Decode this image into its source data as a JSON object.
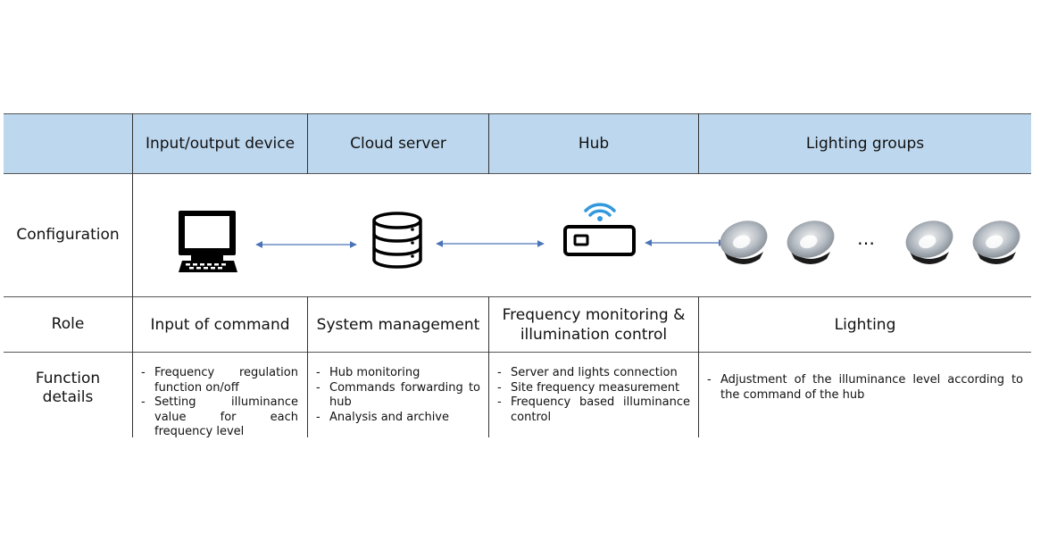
{
  "table": {
    "columns": [
      "Input/output device",
      "Cloud server",
      "Hub",
      "Lighting groups"
    ],
    "rows": {
      "configuration": "Configuration",
      "role": "Role",
      "function": "Function details"
    },
    "roles": [
      "Input of command",
      "System management",
      "Frequency monitoring & illumination control",
      "Lighting"
    ],
    "functions": [
      [
        "Frequency regulation function on/off",
        "Setting illuminance value for each frequency level"
      ],
      [
        "Hub monitoring",
        "Commands forwarding to hub",
        "Analysis and archive"
      ],
      [
        "Server and lights connection",
        "Site frequency measurement",
        "Frequency based illuminance control"
      ],
      [
        "Adjustment of the illuminance level according to the command of the hub"
      ]
    ],
    "lights_ellipsis": "…"
  },
  "icons": [
    "computer-icon",
    "database-icon",
    "wifi-hub-icon",
    "highbay-lamp-icon"
  ],
  "colors": {
    "header": "#bdd7ee",
    "wifi": "#3399dd",
    "arrow": "#4a74b8"
  }
}
